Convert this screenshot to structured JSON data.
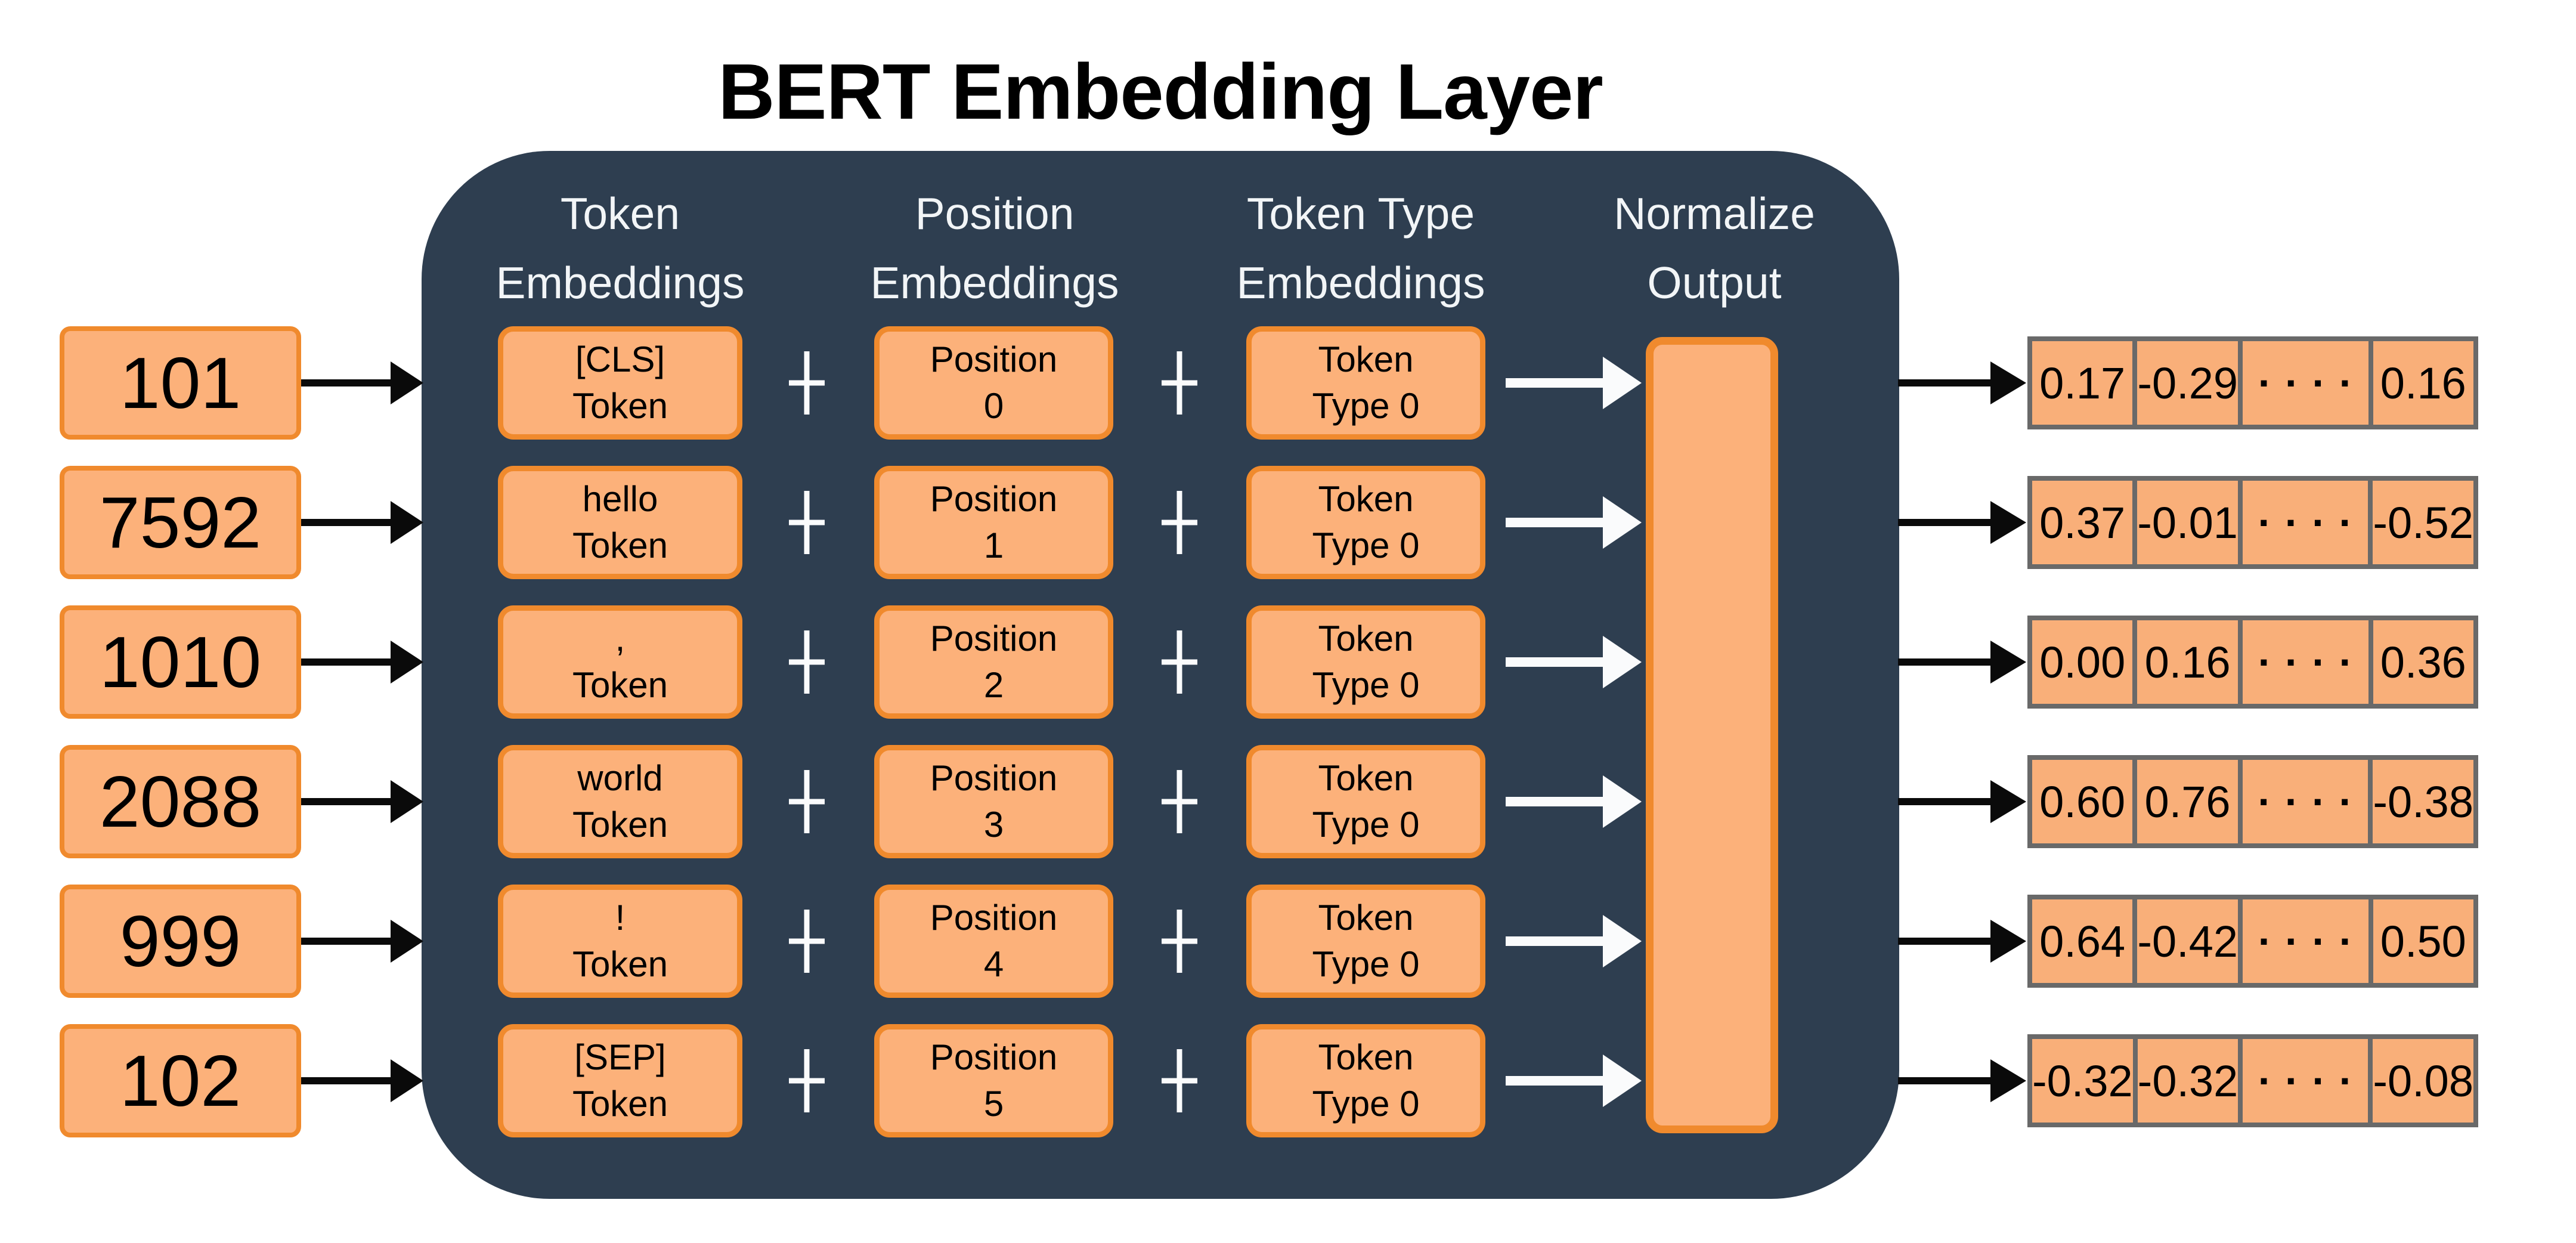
{
  "title": "BERT Embedding Layer",
  "headers": {
    "token": {
      "line1": "Token",
      "line2": "Embeddings"
    },
    "position": {
      "line1": "Position",
      "line2": "Embeddings"
    },
    "token_type": {
      "line1": "Token Type",
      "line2": "Embeddings"
    },
    "normalize": {
      "line1": "Normalize",
      "line2": "Output"
    }
  },
  "symbols": {
    "plus": "+",
    "ellipsis": "····"
  },
  "rows": [
    {
      "id": "101",
      "token": [
        "[CLS]",
        "Token"
      ],
      "position": [
        "Position",
        "0"
      ],
      "token_type": [
        "Token",
        "Type 0"
      ],
      "vector": [
        "0.17",
        "-0.29",
        "····",
        "0.16"
      ]
    },
    {
      "id": "7592",
      "token": [
        "hello",
        "Token"
      ],
      "position": [
        "Position",
        "1"
      ],
      "token_type": [
        "Token",
        "Type 0"
      ],
      "vector": [
        "0.37",
        "-0.01",
        "····",
        "-0.52"
      ]
    },
    {
      "id": "1010",
      "token": [
        ",",
        "Token"
      ],
      "position": [
        "Position",
        "2"
      ],
      "token_type": [
        "Token",
        "Type 0"
      ],
      "vector": [
        "0.00",
        "0.16",
        "····",
        "0.36"
      ]
    },
    {
      "id": "2088",
      "token": [
        "world",
        "Token"
      ],
      "position": [
        "Position",
        "3"
      ],
      "token_type": [
        "Token",
        "Type 0"
      ],
      "vector": [
        "0.60",
        "0.76",
        "····",
        "-0.38"
      ]
    },
    {
      "id": "999",
      "token": [
        "!",
        "Token"
      ],
      "position": [
        "Position",
        "4"
      ],
      "token_type": [
        "Token",
        "Type 0"
      ],
      "vector": [
        "0.64",
        "-0.42",
        "····",
        "0.50"
      ]
    },
    {
      "id": "102",
      "token": [
        "[SEP]",
        "Token"
      ],
      "position": [
        "Position",
        "5"
      ],
      "token_type": [
        "Token",
        "Type 0"
      ],
      "vector": [
        "-0.32",
        "-0.32",
        "····",
        "-0.08"
      ]
    }
  ],
  "colors": {
    "container": "#2E3E50",
    "box_fill": "#FCB17A",
    "box_border": "#F08A2D",
    "vector_fill": "#F9AF79",
    "vector_border": "#696969",
    "arrow_black": "#0A0A0A",
    "arrow_white": "#FAFBFC",
    "header_text": "#F2F5F7",
    "title_color": "#000000"
  }
}
